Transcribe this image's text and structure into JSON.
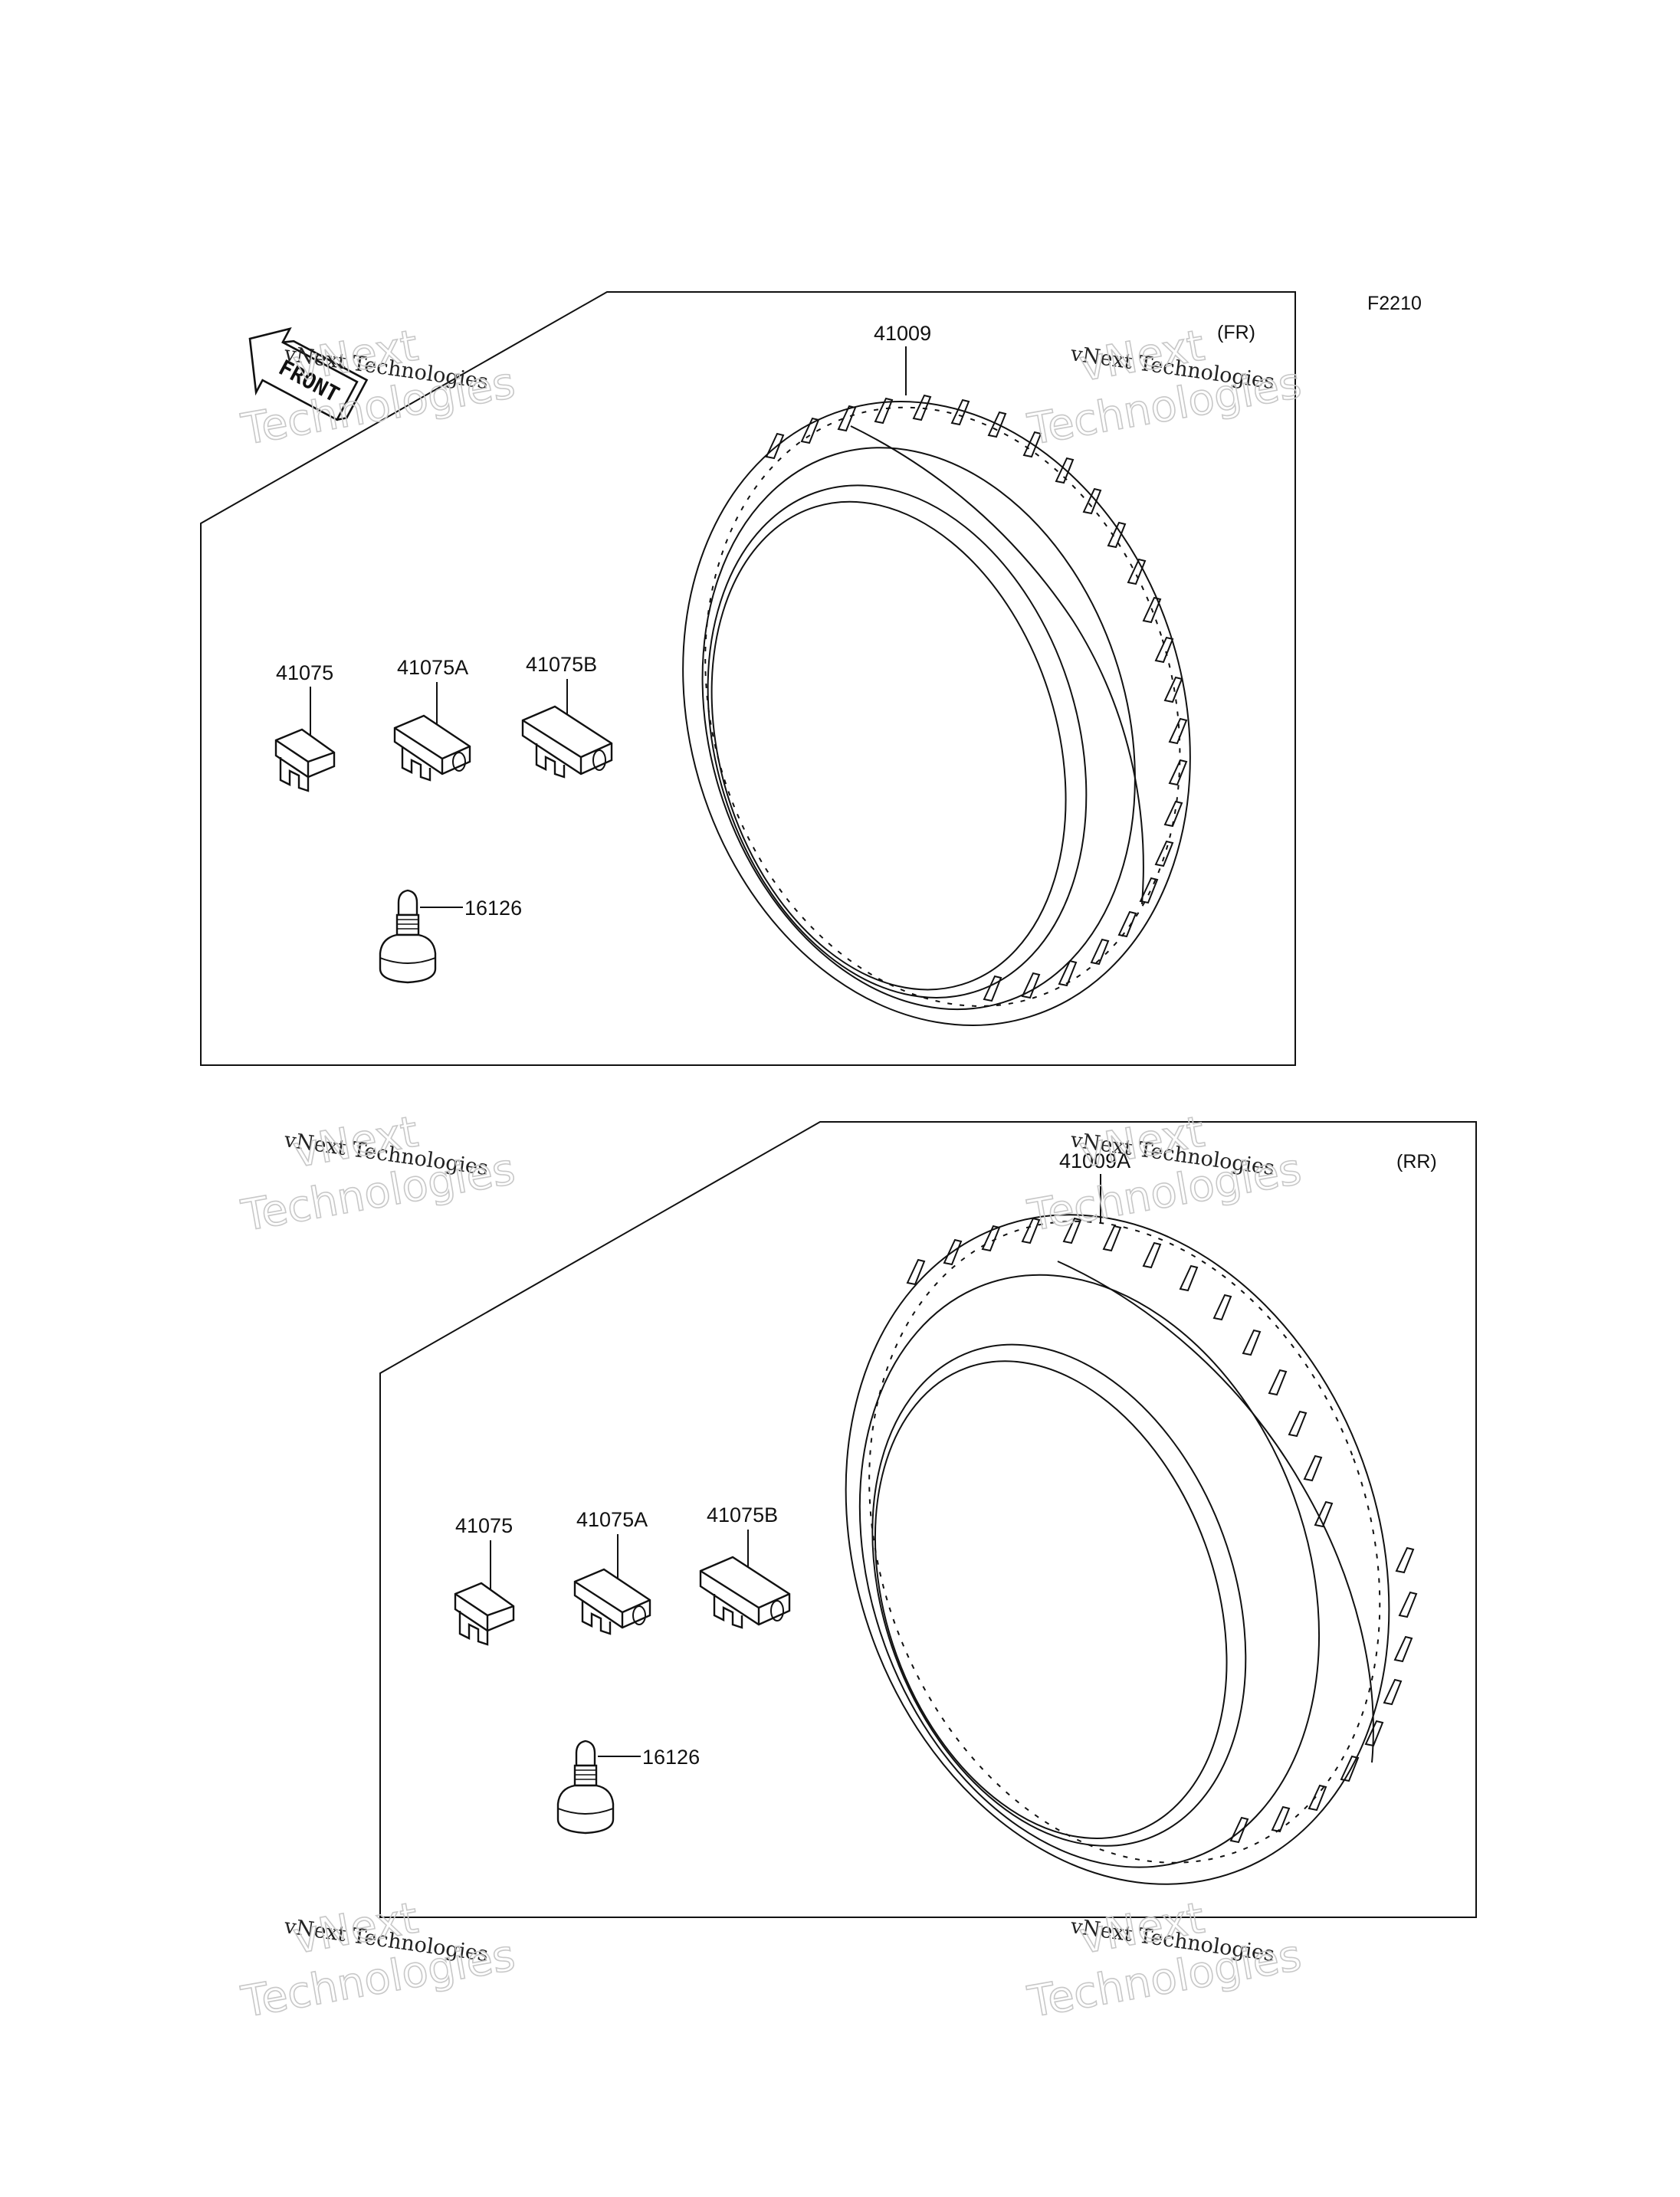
{
  "figure_code": "F2210",
  "front_arrow": {
    "label": "FRONT"
  },
  "watermark": {
    "line1": "vNext Technologies",
    "big_line1": "vNext",
    "big_line2": "Technologies"
  },
  "front_section": {
    "tag": "(FR)",
    "tire": "41009",
    "weights": [
      "41075",
      "41075A",
      "41075B"
    ],
    "valve": "16126"
  },
  "rear_section": {
    "tag": "(RR)",
    "tire": "41009A",
    "weights": [
      "41075",
      "41075A",
      "41075B"
    ],
    "valve": "16126"
  }
}
